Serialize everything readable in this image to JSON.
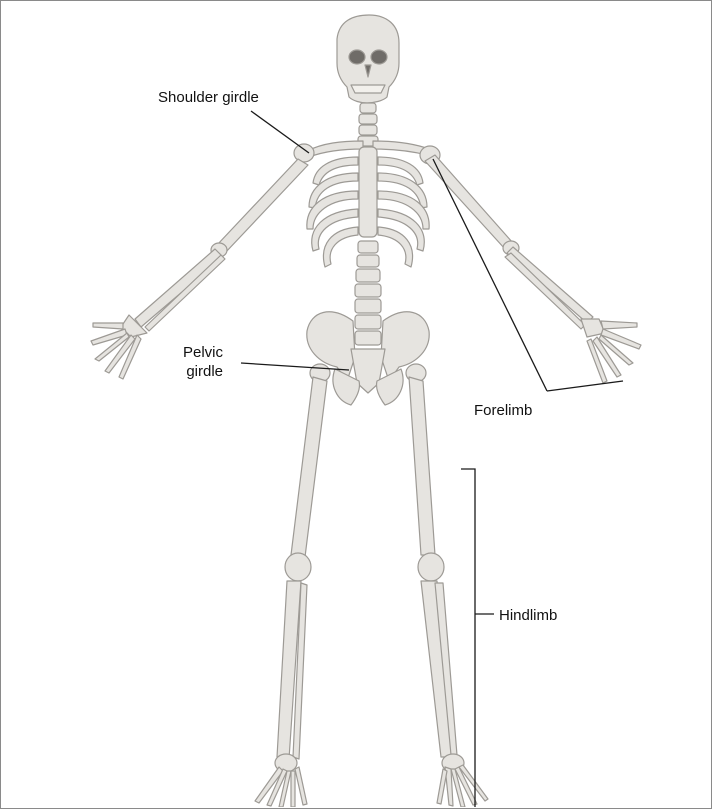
{
  "labels": {
    "shoulder_girdle": "Shoulder girdle",
    "pelvic_line1": "Pelvic",
    "pelvic_line2": "girdle",
    "forelimb": "Forelimb",
    "hindlimb": "Hindlimb"
  },
  "colors": {
    "bone_fill": "#e6e4e0",
    "bone_stroke": "#9d9a95",
    "leader_line": "#1a1a1a",
    "frame_border": "#8a8a8a"
  }
}
